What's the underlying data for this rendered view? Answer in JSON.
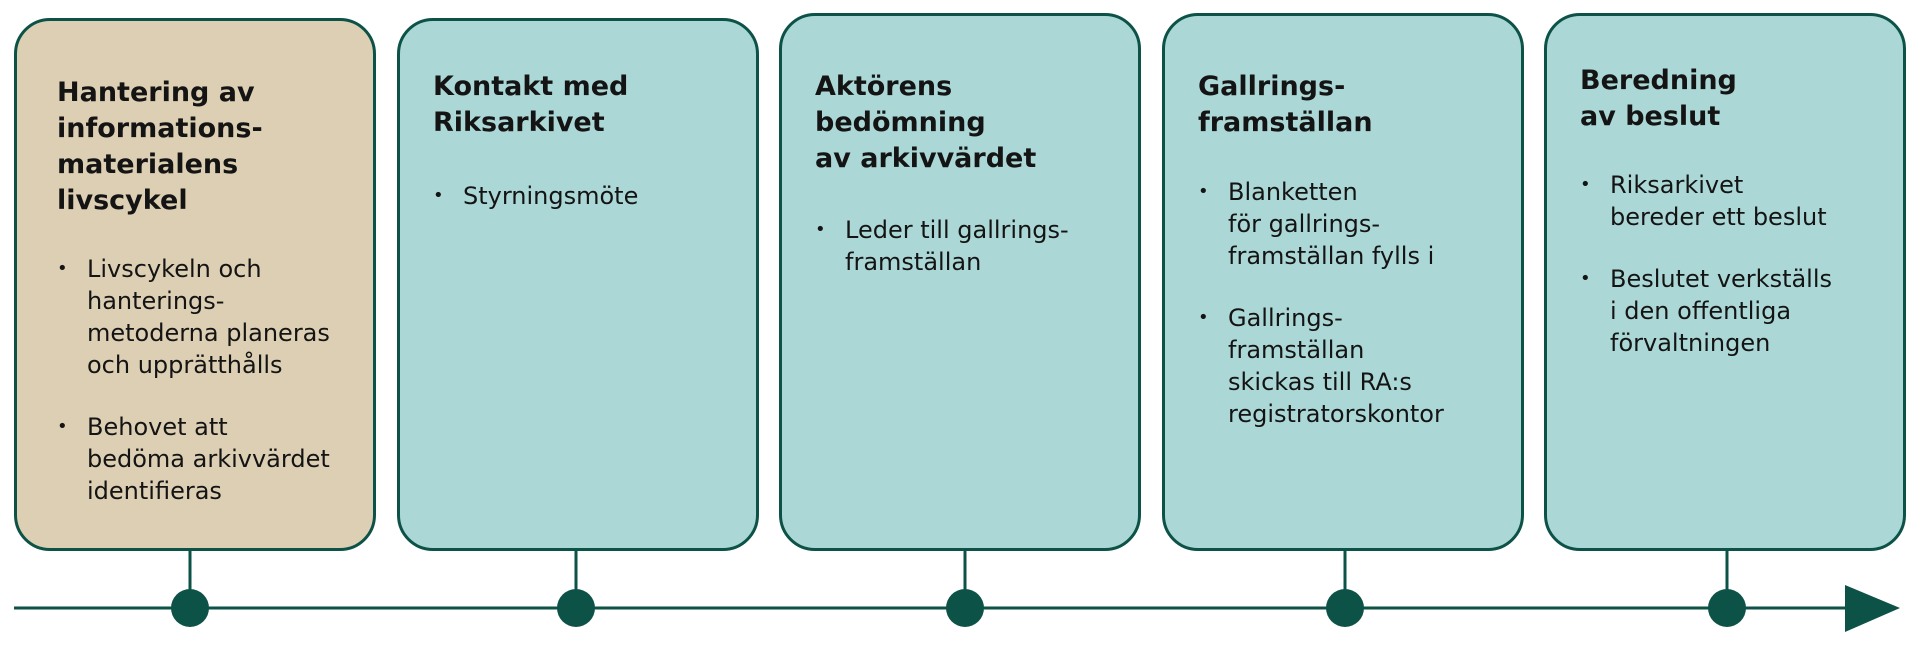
{
  "colors": {
    "highlight_card": "#ddcfb3",
    "step_card": "#abd8d6",
    "border_and_line": "#0d5247",
    "text": "#141414"
  },
  "steps": [
    {
      "title": "Hantering av\ninformations-\nmaterialens\nlivscykel",
      "bullets": [
        "Livscykeln och\nhanterings-\nmetoderna planeras\noch upprätthålls",
        "Behovet att\nbedöma arkivvärdet\nidentifieras"
      ]
    },
    {
      "title": "Kontakt med\nRiksarkivet",
      "bullets": [
        "Styrningsmöte"
      ]
    },
    {
      "title": "Aktörens\nbedömning\nav arkivvärdet",
      "bullets": [
        "Leder till gallrings-\nframställan"
      ]
    },
    {
      "title": "Gallrings-\nframställan",
      "bullets": [
        "Blanketten\nför gallrings-\nframställan fylls i",
        "Gallrings-\nframställan\nskickas till RA:s\nregistratorskontor"
      ]
    },
    {
      "title": "Beredning\nav beslut",
      "bullets": [
        "Riksarkivet\nbereder ett beslut",
        "Beslutet verkställs\ni den offentliga\nförvaltningen"
      ]
    }
  ]
}
